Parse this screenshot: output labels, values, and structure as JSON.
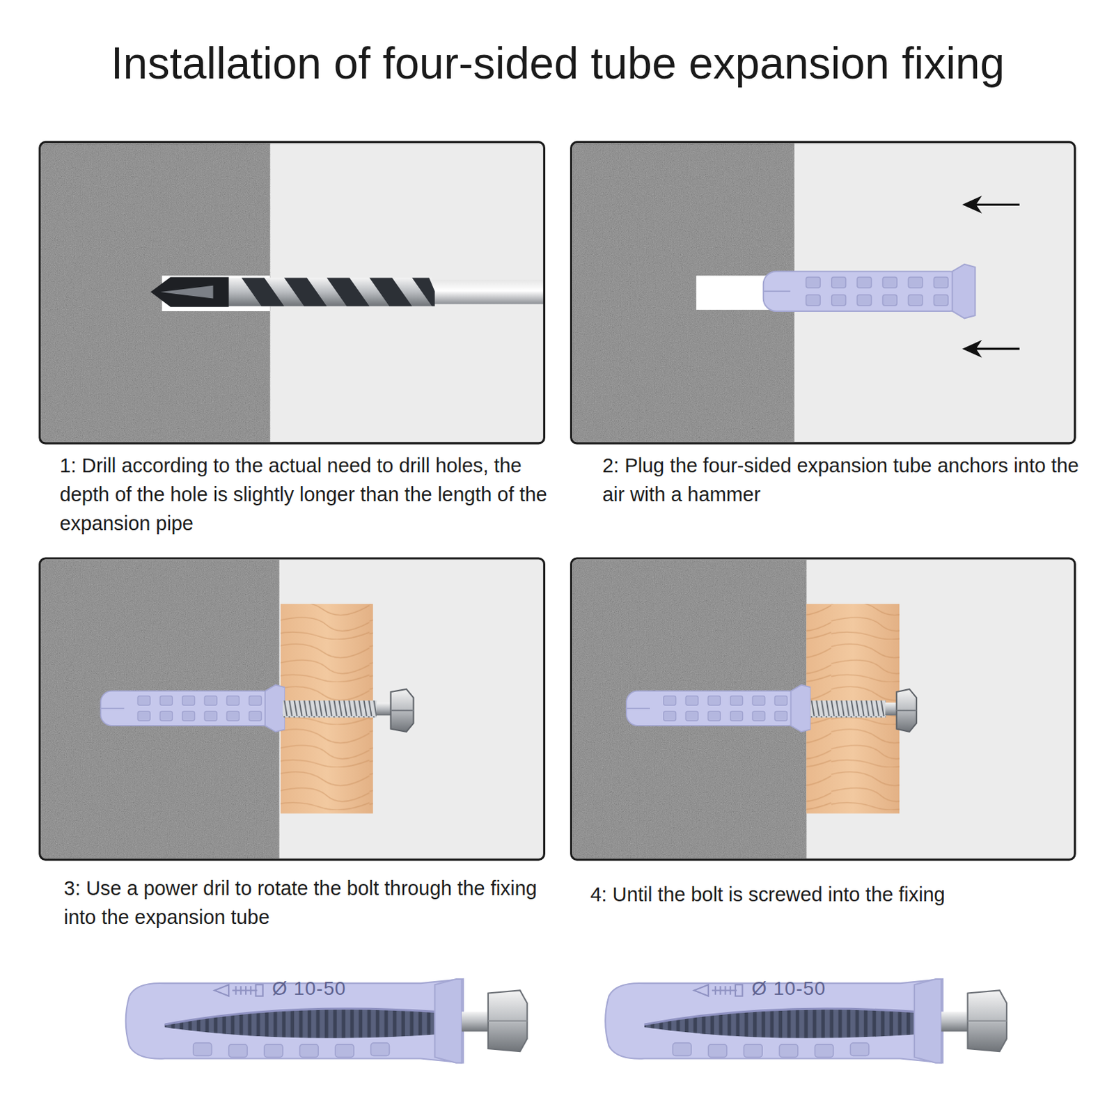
{
  "diagram": {
    "title": "Installation of four-sided tube expansion fixing",
    "labels": [
      "1: Drill according to the actual need to drill holes, the depth of the hole is slightly longer than the length of the expansion pipe",
      "2: Plug the four-sided expansion tube anchors into the air with a hammer",
      "3: Use a power dril to rotate the bolt through the fixing into the expansion tube",
      "4: Until the bolt is screwed into the fixing",
      "Ø 10-50",
      "Ø 10-50"
    ]
  }
}
